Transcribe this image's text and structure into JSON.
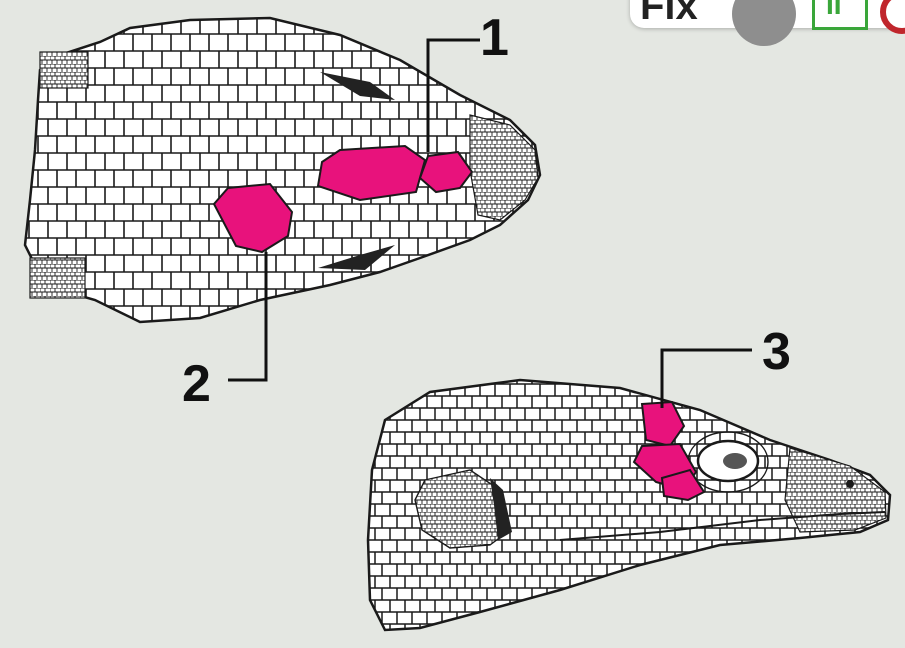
{
  "toolbar": {
    "fix_label": "Fix",
    "toggle_label": "II"
  },
  "callouts": {
    "c1": "1",
    "c2": "2",
    "c3": "3"
  },
  "colors": {
    "highlight": "#e8127c",
    "outline": "#1a1a1a",
    "background": "#e4e7e2"
  }
}
